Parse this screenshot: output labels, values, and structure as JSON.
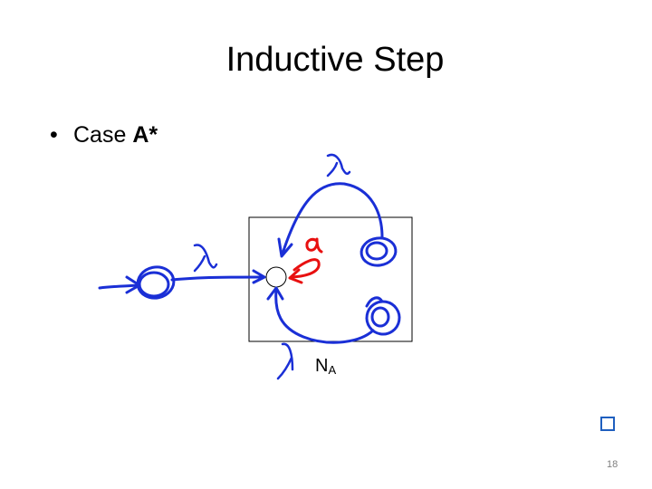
{
  "slide": {
    "title": "Inductive Step",
    "bullet_symbol": "•",
    "bullet_prefix": "Case ",
    "bullet_bold": "A*",
    "nfa_label_main": "N",
    "nfa_label_sub": "A",
    "handwritten_symbols": [
      "λ",
      "λ",
      "λ",
      "a"
    ],
    "page_number": "18"
  },
  "colors": {
    "ink_blue": "#1a2fd6",
    "ink_red": "#e81010",
    "nav_blue": "#1f5fbf"
  },
  "icons": {
    "nav": "square-outline-icon"
  }
}
